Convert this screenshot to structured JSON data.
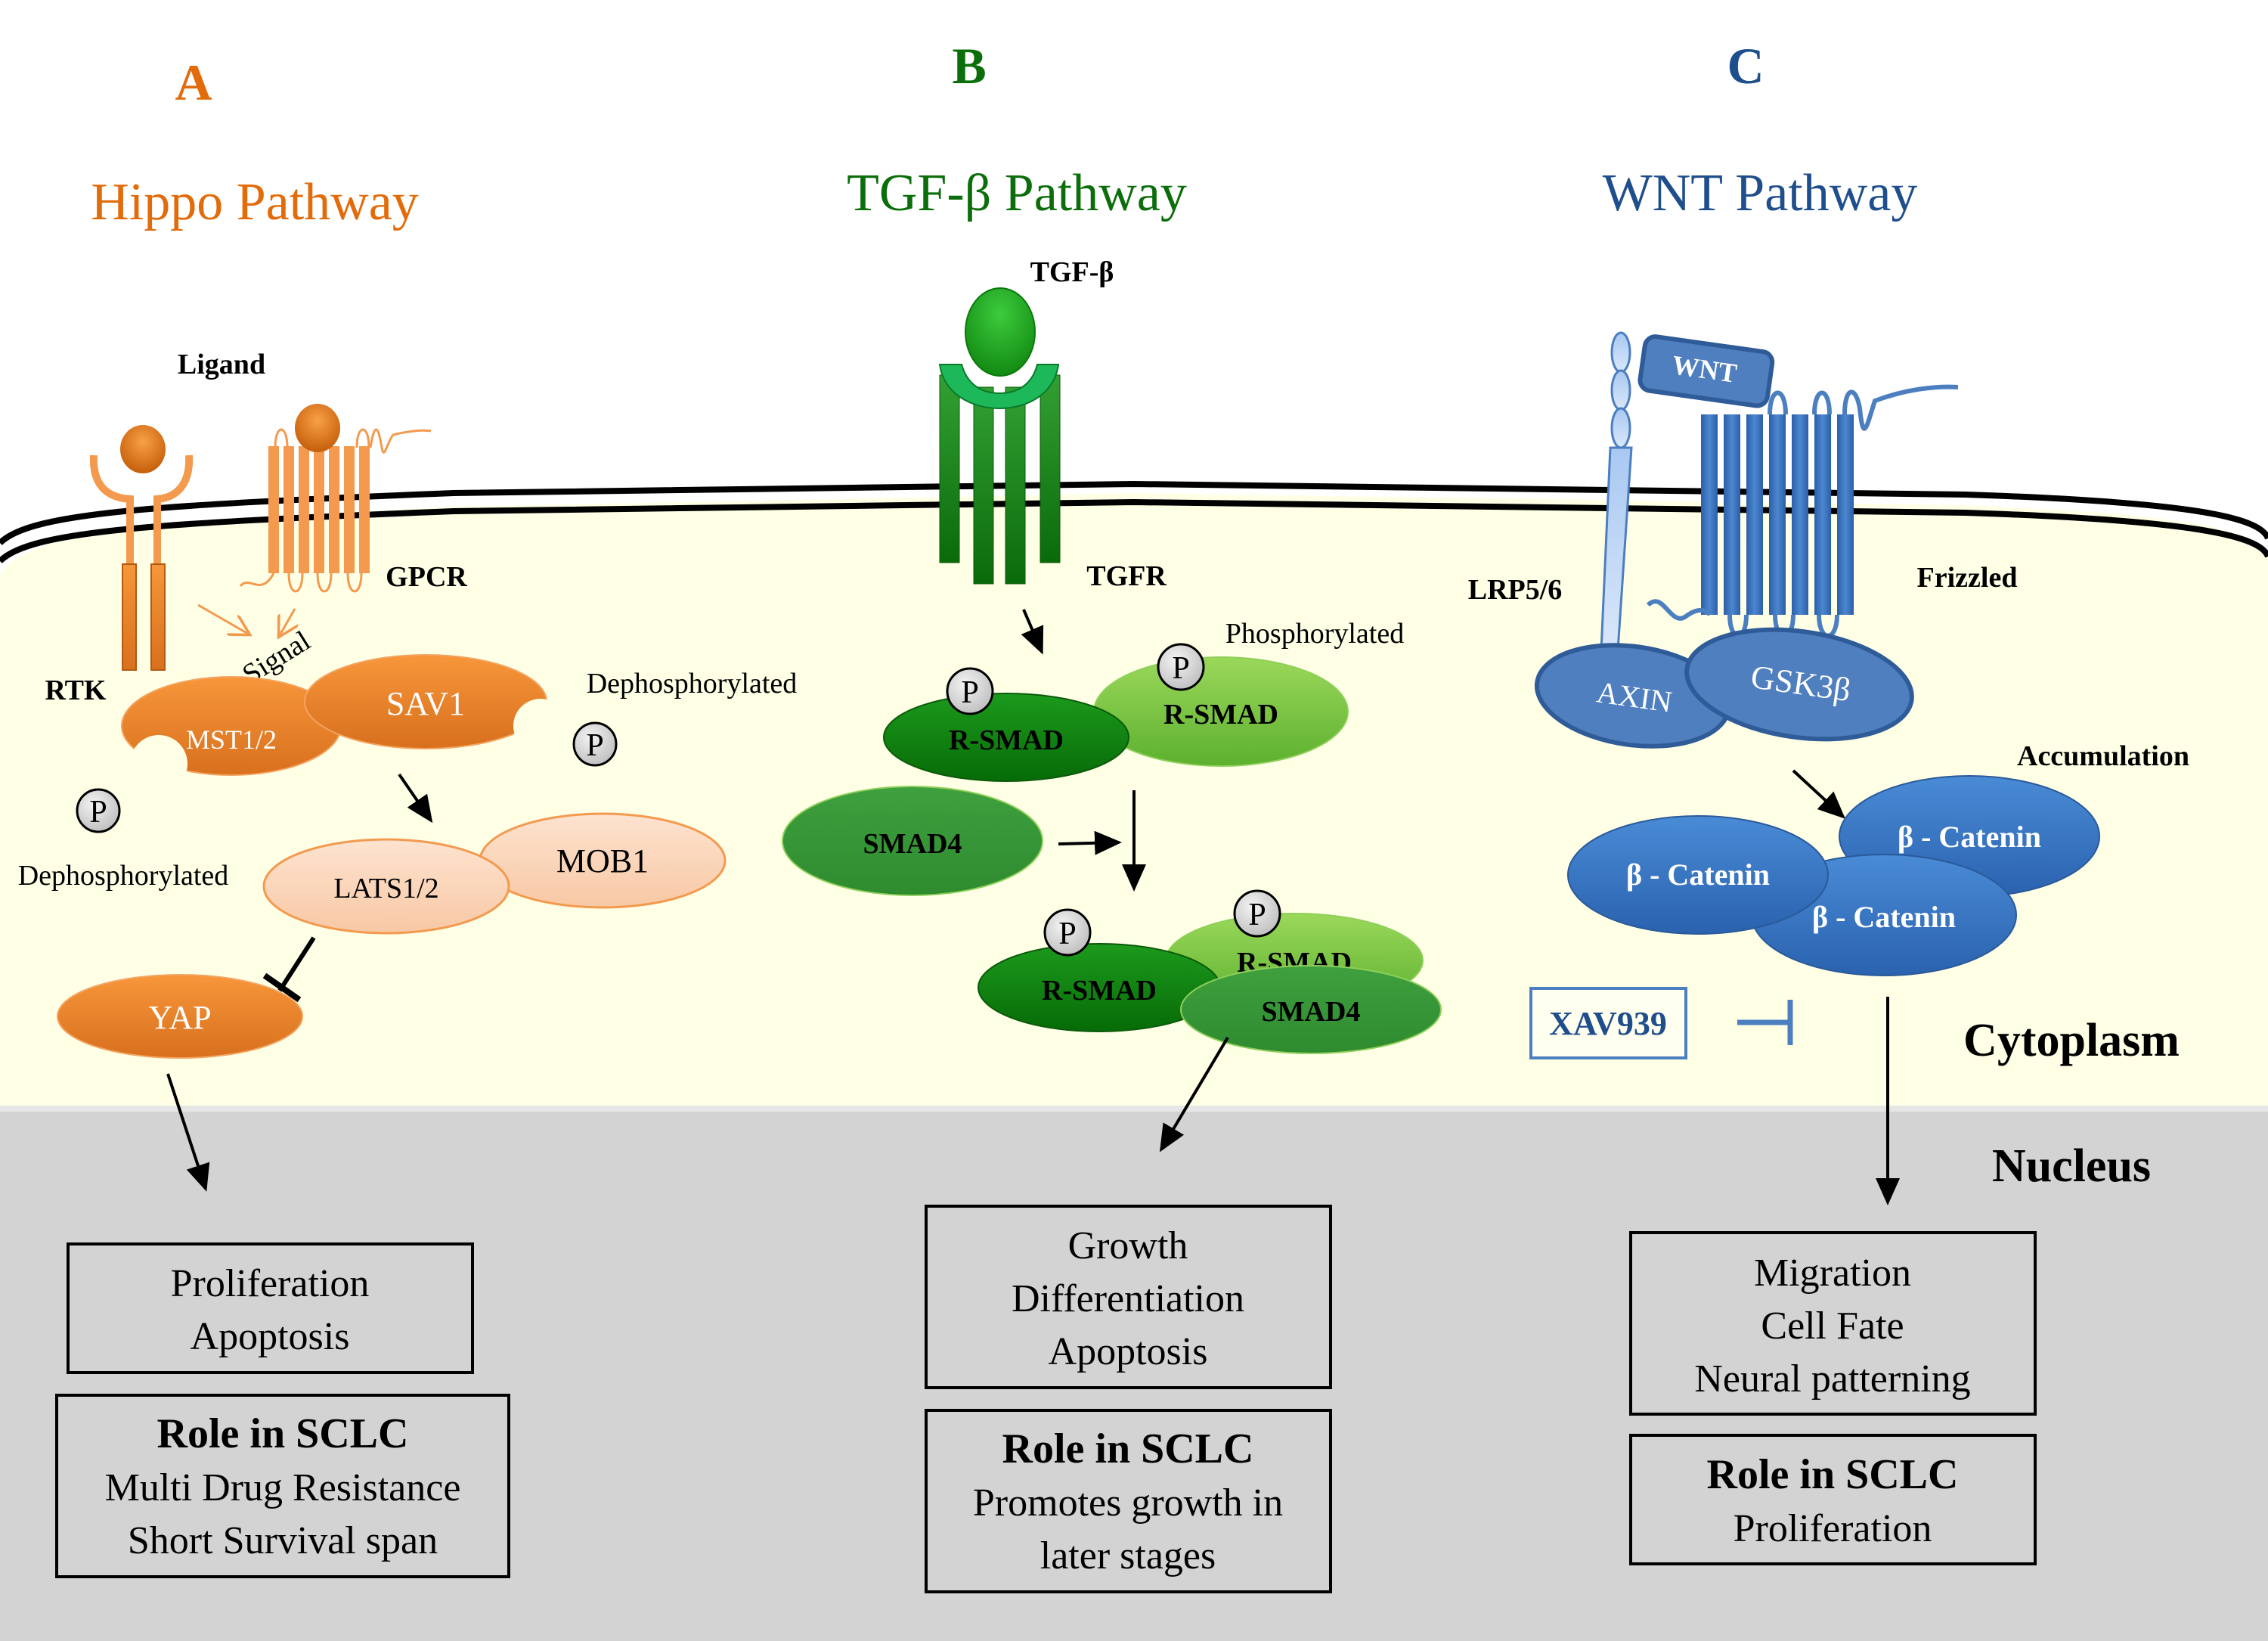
{
  "colors": {
    "hippo": "#E26B0A",
    "tgf": "#0B6E0B",
    "wnt": "#1F4E8C",
    "cytoplasm": "#FFFFE6",
    "nucleus": "#D3D3D3"
  },
  "compartments": {
    "cytoplasm": "Cytoplasm",
    "nucleus": "Nucleus"
  },
  "panels": [
    {
      "letter": "A",
      "title": "Hippo Pathway",
      "labels": {
        "ligand": "Ligand",
        "rtk": "RTK",
        "gpcr": "GPCR",
        "signal": "Signal",
        "dephos_1": "Dephosphorylated",
        "dephos_2": "Dephosphorylated",
        "phospho_symbol": "P"
      },
      "proteins": {
        "mst": "MST1/2",
        "sav": "SAV1",
        "lats": "LATS1/2",
        "mob": "MOB1",
        "yap": "YAP"
      },
      "function_box": [
        "Proliferation",
        "Apoptosis"
      ],
      "role_box": {
        "title": "Role in SCLC",
        "lines": [
          "Multi Drug Resistance",
          "Short Survival span"
        ]
      }
    },
    {
      "letter": "B",
      "title": "TGF-β Pathway",
      "labels": {
        "ligand": "TGF-β",
        "receptor": "TGFR",
        "phos": "Phosphorylated",
        "phospho_symbol": "P"
      },
      "proteins": {
        "rsmad": "R-SMAD",
        "smad4": "SMAD4"
      },
      "function_box": [
        "Growth",
        "Differentiation",
        "Apoptosis"
      ],
      "role_box": {
        "title": "Role in SCLC",
        "lines": [
          "Promotes growth in",
          "later stages"
        ]
      }
    },
    {
      "letter": "C",
      "title": "WNT Pathway",
      "labels": {
        "ligand": "WNT",
        "lrp": "LRP5/6",
        "frizzled": "Frizzled",
        "accumulation": "Accumulation",
        "inhibitor": "XAV939"
      },
      "proteins": {
        "axin": "AXIN",
        "gsk": "GSK3β",
        "catenin": "β - Catenin"
      },
      "function_box": [
        "Migration",
        "Cell Fate",
        "Neural patterning"
      ],
      "role_box": {
        "title": "Role in SCLC",
        "lines": [
          "Proliferation"
        ]
      }
    }
  ]
}
